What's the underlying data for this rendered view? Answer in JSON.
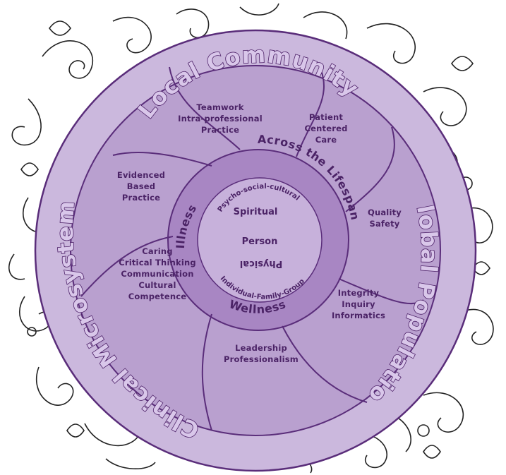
{
  "outer_ring": {
    "top": "Local Community",
    "right": "Global Population",
    "left": "Clinical Microsystem"
  },
  "segments": [
    [
      "Teamwork",
      "Intra-professional",
      "Practice"
    ],
    [
      "Patient",
      "Centered",
      "Care"
    ],
    [
      "Quality",
      "Safety"
    ],
    [
      "Integrity",
      "Inquiry",
      "Informatics"
    ],
    [
      "Leadership",
      "Professionalism"
    ],
    [
      "Caring",
      "Critical Thinking",
      "Communication",
      "Cultural",
      "Competence"
    ],
    [
      "Evidenced",
      "Based",
      "Practice"
    ]
  ],
  "inner_ring": {
    "across": "Across the Lifespan",
    "illness": "Illness",
    "wellness": "Wellness"
  },
  "core": {
    "psycho": "Psycho-social-cultural",
    "spiritual": "Spiritual",
    "person": "Person",
    "physical": "Physical",
    "family": "Individual-Family-Group"
  },
  "colors": {
    "outer_fill": "#cbb8dd",
    "middle_fill": "#b9a0cf",
    "inner_fill": "#a886c3",
    "core_fill": "#c7b1db",
    "line": "#5a2d7a",
    "label": "#4b2366",
    "ring_text_fill": "#d9c7ea",
    "ring_text_stroke": "#4b1f66",
    "vine": "#222222"
  }
}
